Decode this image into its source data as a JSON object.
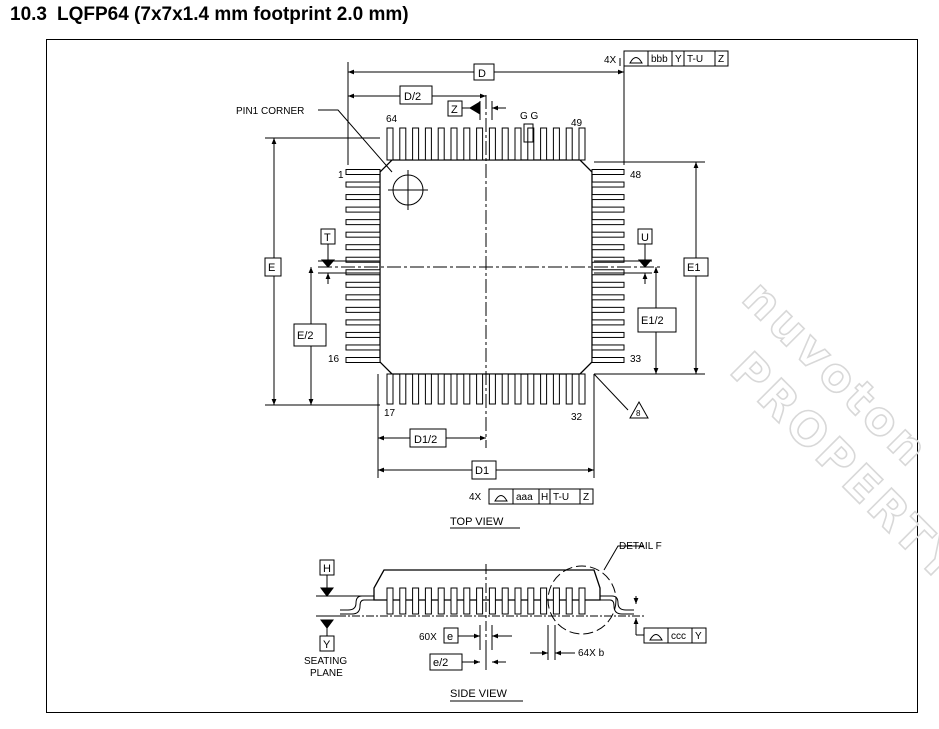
{
  "header": {
    "number": "10.3",
    "title": "LQFP64 (7x7x1.4 mm footprint 2.0 mm)"
  },
  "top_view": {
    "caption": "TOP VIEW",
    "pin1_corner": "PIN1 CORNER",
    "pins": {
      "p1": "1",
      "p16": "16",
      "p17": "17",
      "p32": "32",
      "p33": "33",
      "p48": "48",
      "p49": "49",
      "p64": "64"
    },
    "dims": {
      "D": "D",
      "D_half": "D/2",
      "D1": "D1",
      "D1_half": "D1/2",
      "E": "E",
      "E_half": "E/2",
      "E1": "E1",
      "E1_half": "E1/2",
      "GG": "G G"
    },
    "datums": {
      "Z": "Z",
      "T": "T",
      "U": "U"
    },
    "tol_top": {
      "count": "4X",
      "value": "bbb",
      "ref1": "Y",
      "ref2": "T-U",
      "ref3": "Z"
    },
    "tol_bottom": {
      "count": "4X",
      "value": "aaa",
      "ref1": "H",
      "ref2": "T-U",
      "ref3": "Z"
    },
    "note_mark": "8"
  },
  "side_view": {
    "caption": "SIDE VIEW",
    "detail": "DETAIL F",
    "datum_h": "H",
    "datum_y": "Y",
    "seating_line1": "SEATING",
    "seating_line2": "PLANE",
    "pitch_count": "60X",
    "pitch": "e",
    "pitch_half": "e/2",
    "lead_width": "64X b",
    "coplanarity": {
      "value": "ccc",
      "ref": "Y"
    }
  },
  "watermark": {
    "line1": "nuvoton",
    "line2": "PROPERTY"
  }
}
